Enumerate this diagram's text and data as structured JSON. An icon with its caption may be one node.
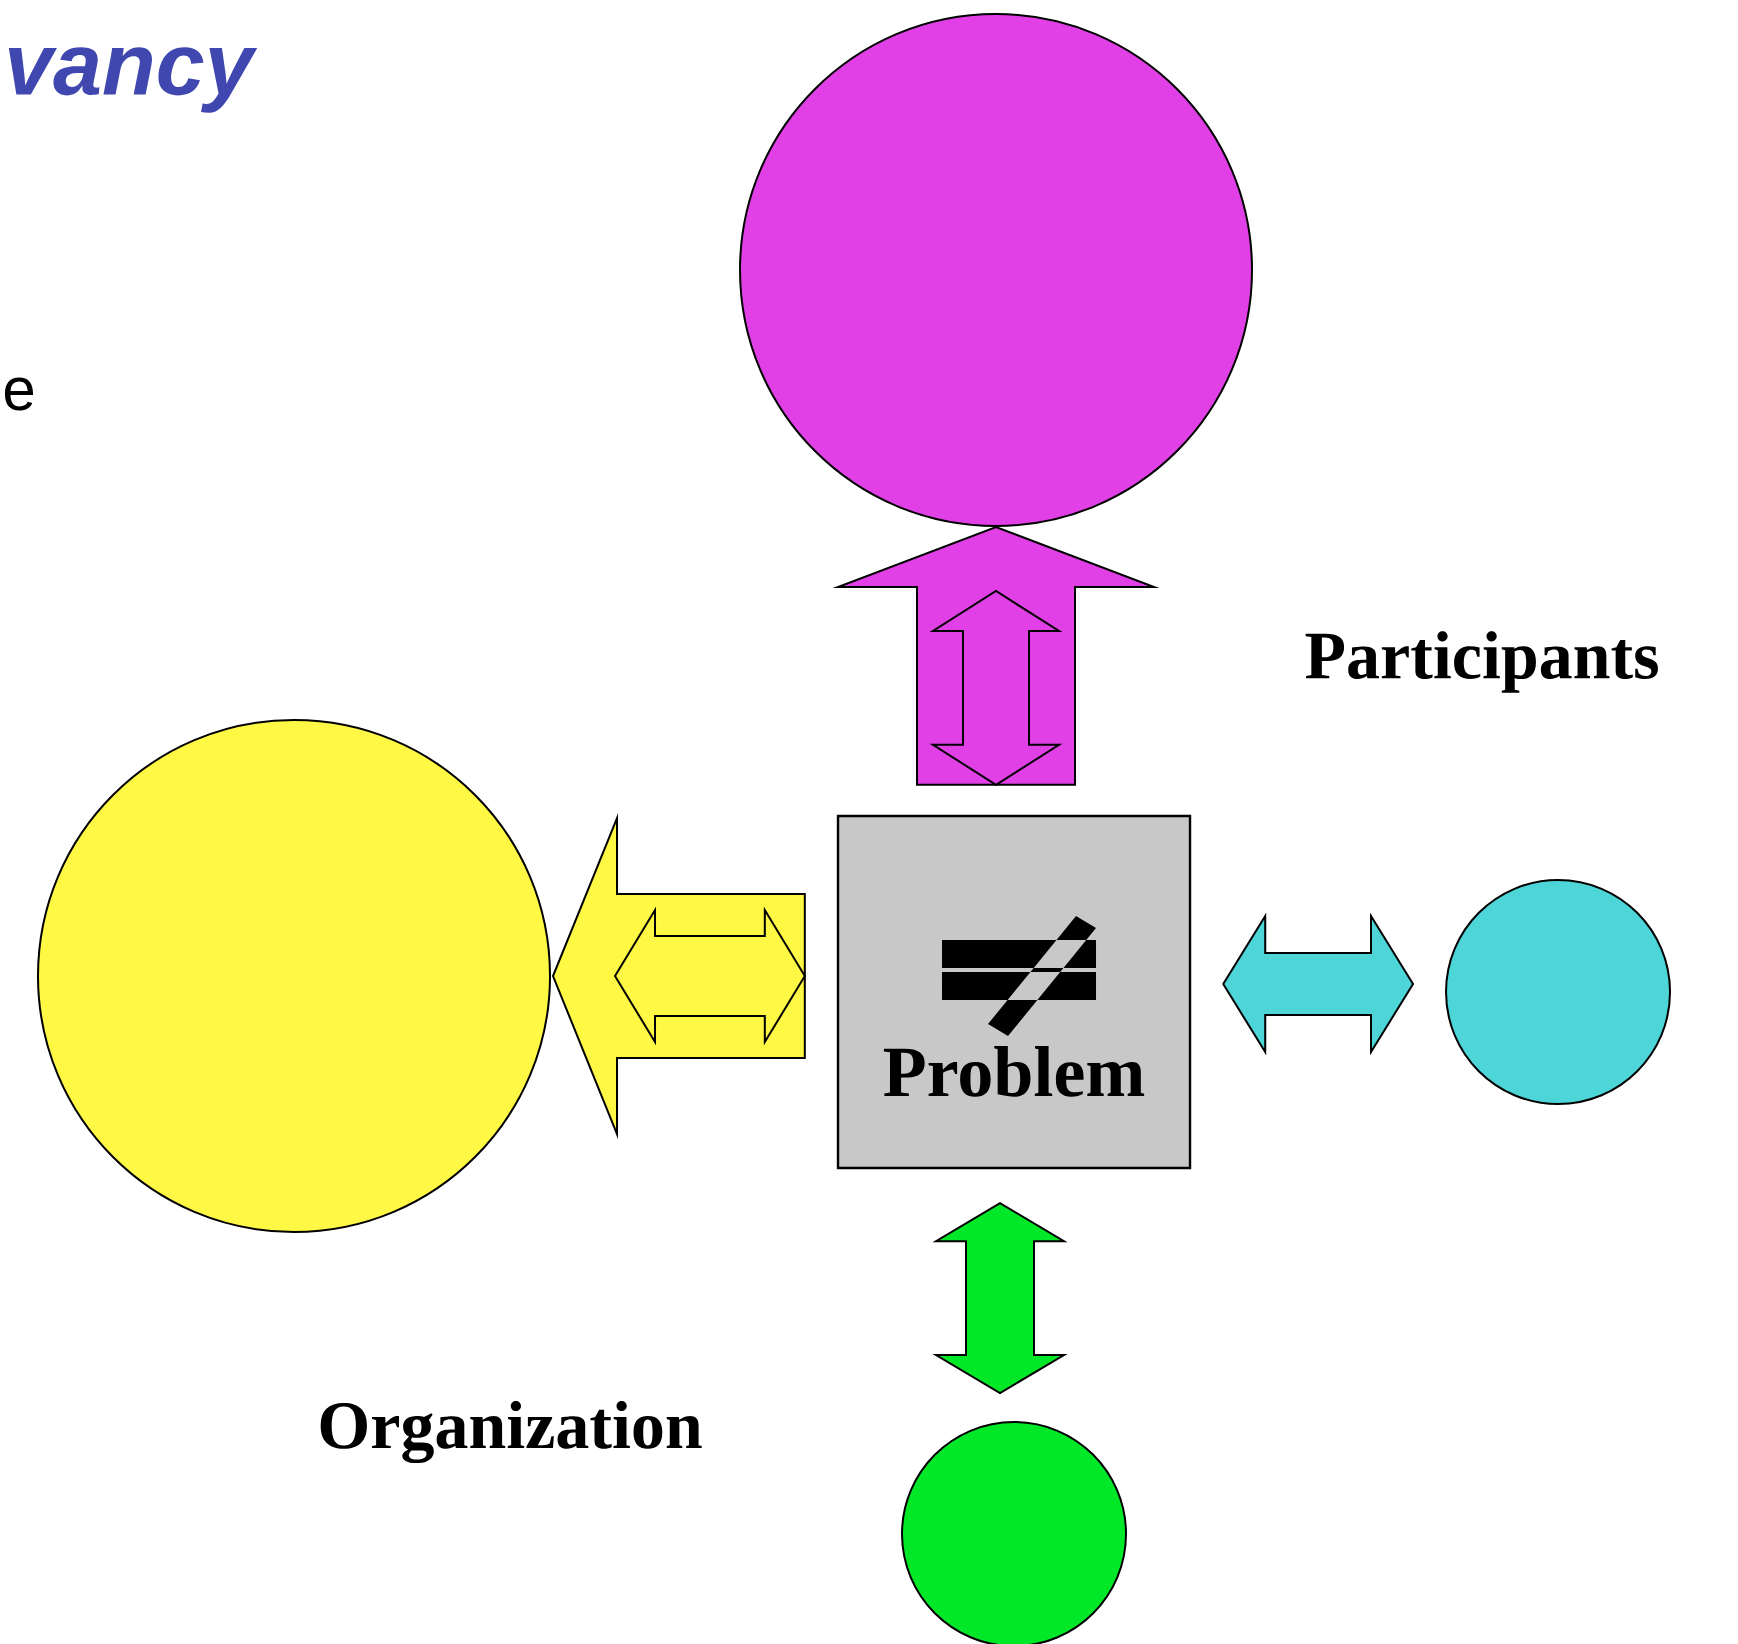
{
  "diagram": {
    "title": "vancy",
    "nodes": [
      {
        "text": [],
        "shape": "circle"
      },
      {
        "text": [],
        "shape": "circle"
      },
      {
        "text": [
          "Problem"
        ]
      },
      {
        "text": [],
        "shape": "circle"
      },
      {
        "text": [],
        "shape": "circle"
      }
    ],
    "edges": [
      {
        "from": 2,
        "to": 0,
        "arrow": "to",
        "color": "#e040e6"
      },
      {
        "from": 2,
        "to": 0,
        "arrow": "both",
        "color": "#e040e6"
      },
      {
        "from": 2,
        "to": 1,
        "arrow": "to",
        "color": "#fff845"
      },
      {
        "from": 2,
        "to": 1,
        "arrow": "both",
        "color": "#fff845"
      },
      {
        "from": 2,
        "to": 3,
        "arrow": "both",
        "color": "#4dd5d8"
      },
      {
        "from": 2,
        "to": 4,
        "arrow": "both",
        "color": "#00e828"
      }
    ],
    "labels": [
      "e",
      "Participants",
      "Organization"
    ]
  }
}
